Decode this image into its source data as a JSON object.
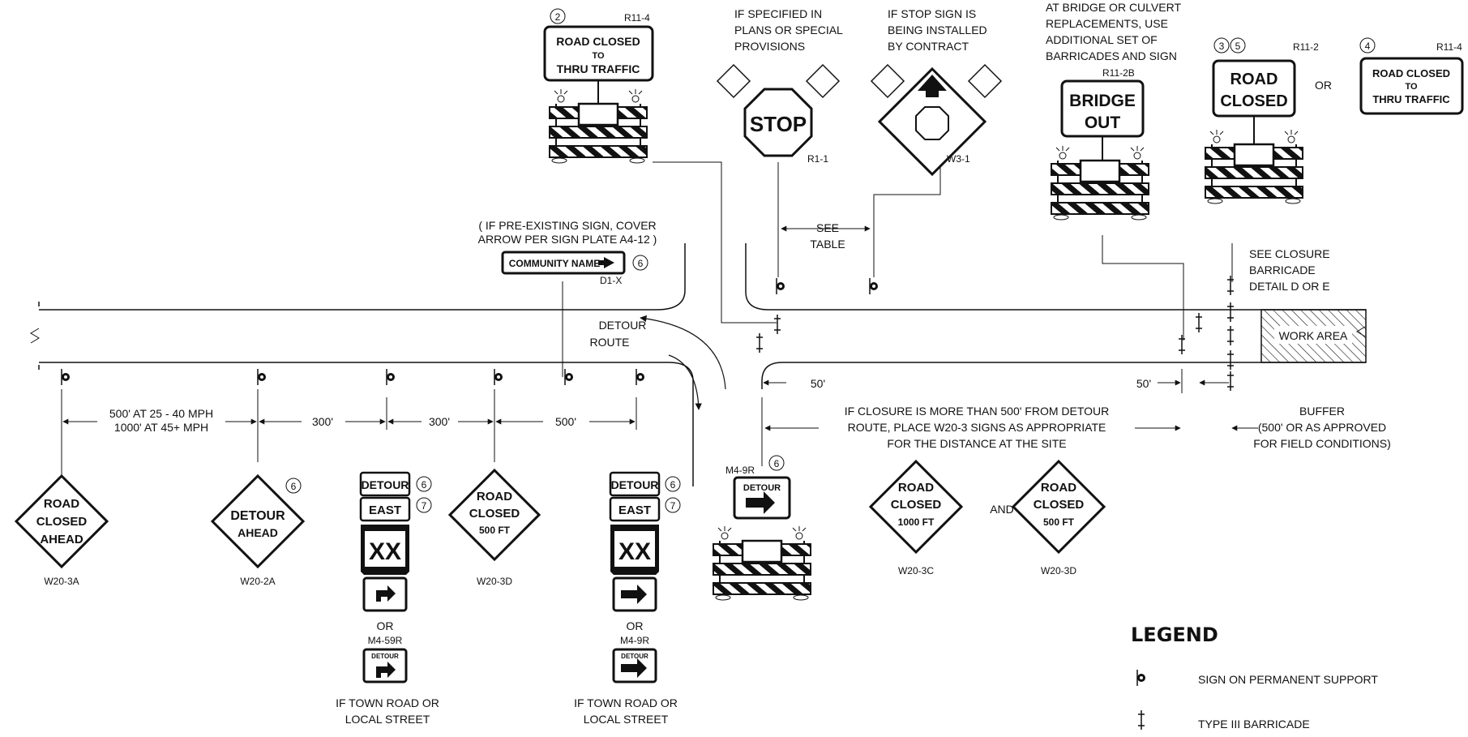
{
  "signs": {
    "r11_4_left": {
      "code": "R11-4",
      "num": "2",
      "l1": "ROAD CLOSED",
      "l2": "TO",
      "l3": "THRU TRAFFIC"
    },
    "stop": {
      "text": "STOP",
      "code": "R1-1"
    },
    "stop_ahead": {
      "code": "W3-1"
    },
    "bridge_out": {
      "code": "R11-2B",
      "l1": "BRIDGE",
      "l2": "OUT"
    },
    "road_closed_r11_2": {
      "code": "R11-2",
      "num1": "3",
      "num2": "5",
      "l1": "ROAD",
      "l2": "CLOSED"
    },
    "or_word": "OR",
    "r11_4_right": {
      "code": "R11-4",
      "num": "4",
      "l1": "ROAD CLOSED",
      "l2": "TO",
      "l3": "THRU TRAFFIC"
    },
    "community": {
      "text": "COMMUNITY NAME",
      "code": "D1-X",
      "num": "6"
    },
    "w20_3a": {
      "l1": "ROAD",
      "l2": "CLOSED",
      "l3": "AHEAD",
      "code": "W20-3A"
    },
    "w20_2a": {
      "l1": "DETOUR",
      "l2": "AHEAD",
      "code": "W20-2A",
      "num": "6"
    },
    "route_left": {
      "detour": "DETOUR",
      "east": "EAST",
      "route": "XX",
      "num1": "6",
      "num2": "7",
      "or": "OR",
      "code": "M4-59R",
      "small_detour": "DETOUR"
    },
    "w20_3d_1": {
      "l1": "ROAD",
      "l2": "CLOSED",
      "l3": "500 FT",
      "code": "W20-3D"
    },
    "route_right": {
      "detour": "DETOUR",
      "east": "EAST",
      "route": "XX",
      "num1": "6",
      "num2": "7",
      "or": "OR",
      "code": "M4-9R",
      "small_detour": "DETOUR"
    },
    "m4_9r": {
      "code": "M4-9R",
      "num": "6",
      "text": "DETOUR"
    },
    "w20_3c": {
      "l1": "ROAD",
      "l2": "CLOSED",
      "l3": "1000 FT",
      "code": "W20-3C"
    },
    "and_word": "AND",
    "w20_3d_2": {
      "l1": "ROAD",
      "l2": "CLOSED",
      "l3": "500 FT",
      "code": "W20-3D"
    }
  },
  "notes": {
    "if_specified": [
      "IF SPECIFIED IN",
      "PLANS OR SPECIAL",
      "PROVISIONS"
    ],
    "if_stop": [
      "IF STOP SIGN IS",
      "BEING INSTALLED",
      "BY CONTRACT"
    ],
    "bridge": [
      "AT BRIDGE OR CULVERT",
      "REPLACEMENTS, USE",
      "ADDITIONAL SET OF",
      "BARRICADES AND SIGN"
    ],
    "see_table": [
      "SEE",
      "TABLE"
    ],
    "preexisting": [
      "( IF PRE-EXISTING SIGN,  COVER",
      "ARROW PER SIGN PLATE A4-12 )"
    ],
    "see_closure": [
      "SEE CLOSURE",
      "BARRICADE",
      "DETAIL D OR E"
    ],
    "detour_route": [
      "DETOUR",
      "ROUTE"
    ],
    "work_area": "WORK AREA",
    "dist_first": [
      "500' AT 25 - 40 MPH",
      "1000' AT 45+ MPH"
    ],
    "dist_300a": "300'",
    "dist_300b": "300'",
    "dist_500": "500'",
    "dist_50a": "50'",
    "dist_50b": "50'",
    "closure_note": [
      "IF CLOSURE IS MORE THAN 500' FROM DETOUR",
      "ROUTE, PLACE W20-3 SIGNS AS APPROPRIATE",
      "FOR THE DISTANCE AT THE SITE"
    ],
    "buffer": [
      "BUFFER",
      "(500' OR AS APPROVED",
      "FOR FIELD CONDITIONS)"
    ],
    "town_road_left": [
      "IF TOWN ROAD OR",
      "LOCAL STREET"
    ],
    "town_road_right": [
      "IF TOWN ROAD OR",
      "LOCAL STREET"
    ]
  },
  "legend": {
    "title": "LEGEND",
    "items": [
      {
        "icon": "sign-support-icon",
        "label": "SIGN ON PERMANENT SUPPORT"
      },
      {
        "icon": "barricade-icon",
        "label": "TYPE III BARRICADE"
      }
    ]
  }
}
